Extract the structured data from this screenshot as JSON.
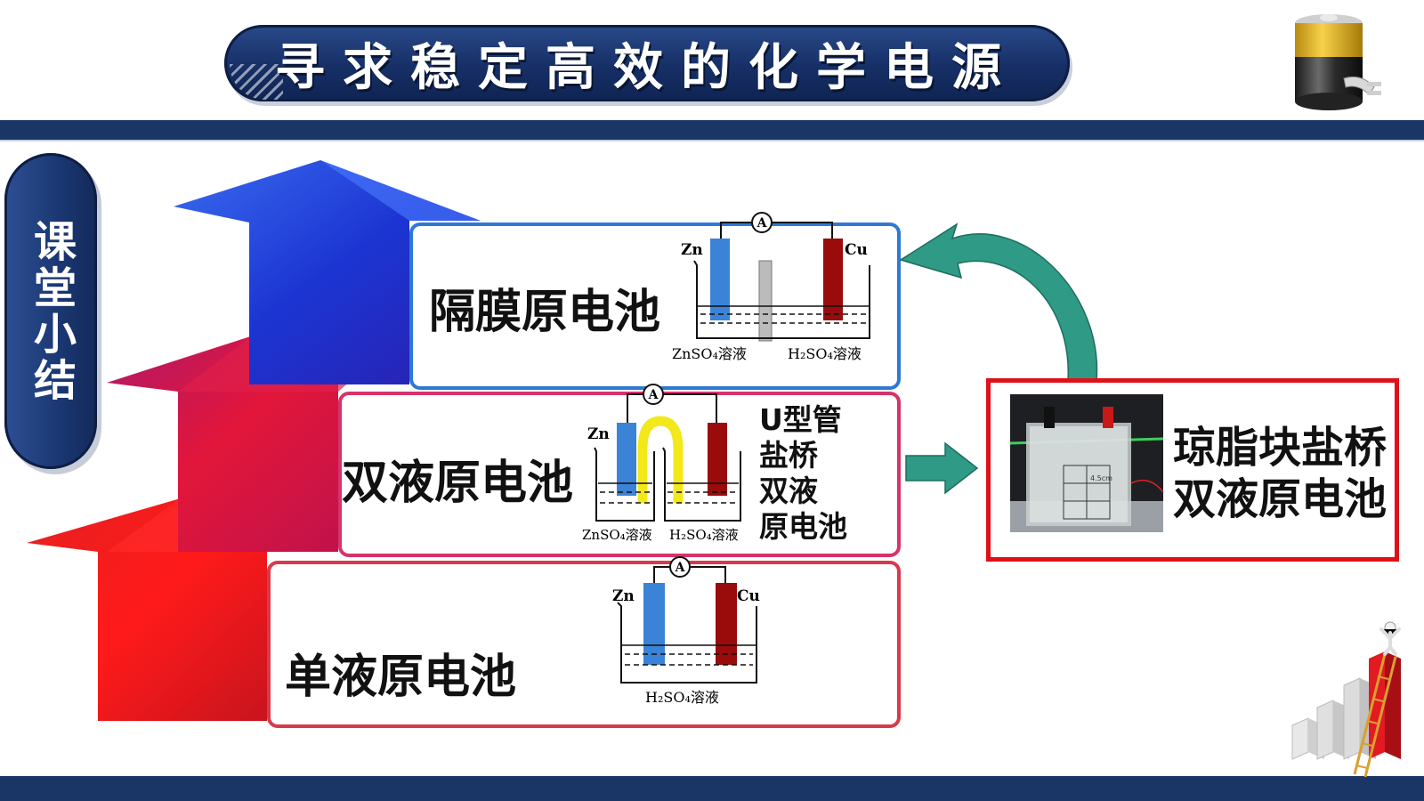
{
  "header": {
    "title": "寻求稳定高效的化学电源"
  },
  "sidebar": {
    "label": "课堂小结"
  },
  "stages": {
    "top": {
      "label": "隔膜原电池",
      "solution_left": "ZnSO₄溶液",
      "solution_right": "H₂SO₄溶液",
      "electrode_left": "Zn",
      "electrode_right": "Cu",
      "meter": "A"
    },
    "middle": {
      "label": "双液原电池",
      "solution_left": "ZnSO₄溶液",
      "solution_right": "H₂SO₄溶液",
      "electrode_left": "Zn",
      "meter": "A",
      "note_lines": [
        "U型管",
        "盐桥",
        "双液",
        "原电池"
      ]
    },
    "bottom": {
      "label": "单液原电池",
      "solution": "H₂SO₄溶液",
      "electrode_left": "Zn",
      "electrode_right": "Cu",
      "meter": "A"
    }
  },
  "agar": {
    "line1": "琼脂块盐桥",
    "line2": "双液原电池",
    "photo_mark": "4.5cm"
  },
  "colors": {
    "navy": "#1a3666",
    "arrow_blue": "#1f3fd6",
    "arrow_red": "#e2102a",
    "box_blue": "#2e79d6",
    "box_pink": "#d7336a",
    "box_red": "#d73a4a",
    "highlight_red": "#e0101a",
    "teal_arrow": "#2f9a86"
  }
}
